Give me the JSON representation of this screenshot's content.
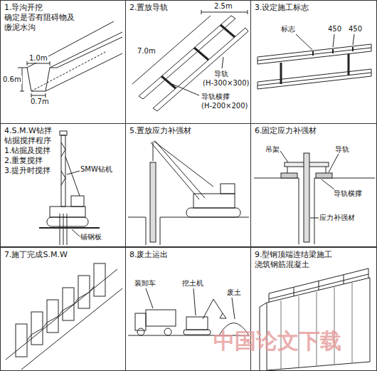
{
  "diagram": {
    "nodes": [
      {
        "text": [
          "1.导沟开挖",
          "确定是否有阻碍物及缴泥水沟"
        ]
      },
      {
        "text": [
          "2.置放导轨"
        ]
      },
      {
        "text": [
          "3.设定施工标志"
        ]
      },
      {
        "text": [
          "4.S.M.W钻拌",
          "钻掘搅拌程序",
          "1.钻掘及搅拌",
          "2.重复搅拌",
          "3.提升时搅拌"
        ]
      },
      {
        "text": [
          "5.置放应力补强材"
        ]
      },
      {
        "text": [
          "6.固定应力补强材"
        ]
      },
      {
        "text": [
          "7.施丁完成S.M.W"
        ]
      },
      {
        "text": [
          "8.废土运出"
        ]
      },
      {
        "text": [
          "9.型钢顶端连结梁施工",
          "浇筑钢筋混凝土"
        ]
      }
    ],
    "labels": [
      "1.0m",
      "0.6m",
      "0.7m",
      "2.5m",
      "7.0m",
      "导轨",
      "(H-300×300)",
      "导轨横撑",
      "(H-200×200)",
      "标志",
      "450",
      "450",
      "SMW钻机",
      "铺钢板",
      "吊架",
      "导轨",
      "导轨横撑",
      "应力补强材",
      "装卸车",
      "挖土机",
      "废土",
      "中国论文下载"
    ]
  }
}
